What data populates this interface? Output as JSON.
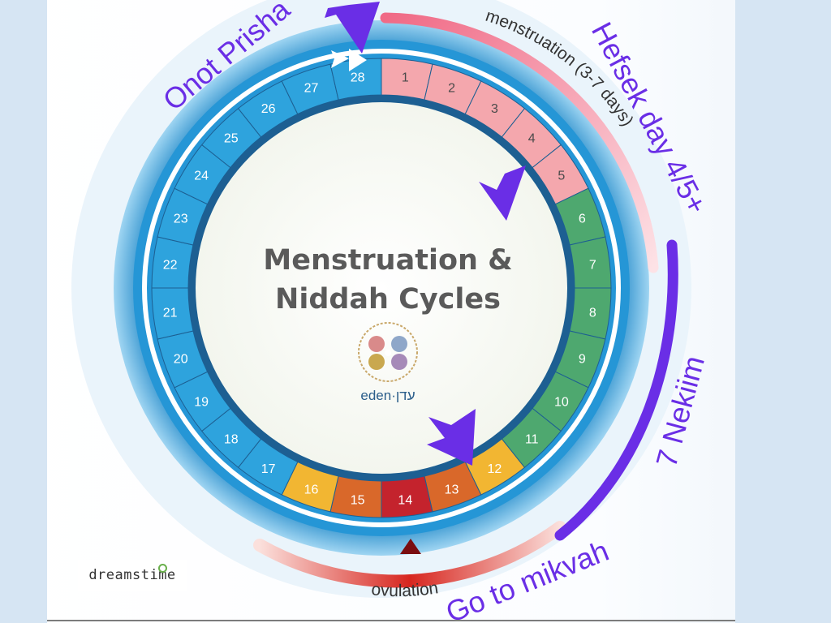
{
  "title": {
    "line1": "Menstruation &",
    "line2": "Niddah Cycles"
  },
  "days": [
    {
      "n": "1",
      "phase": "menstruation"
    },
    {
      "n": "2",
      "phase": "menstruation"
    },
    {
      "n": "3",
      "phase": "menstruation"
    },
    {
      "n": "4",
      "phase": "menstruation"
    },
    {
      "n": "5",
      "phase": "menstruation"
    },
    {
      "n": "6",
      "phase": "green"
    },
    {
      "n": "7",
      "phase": "green"
    },
    {
      "n": "8",
      "phase": "green"
    },
    {
      "n": "9",
      "phase": "green"
    },
    {
      "n": "10",
      "phase": "green"
    },
    {
      "n": "11",
      "phase": "green"
    },
    {
      "n": "12",
      "phase": "fertile-edge"
    },
    {
      "n": "13",
      "phase": "fertile-mid"
    },
    {
      "n": "14",
      "phase": "ovulation"
    },
    {
      "n": "15",
      "phase": "fertile-mid"
    },
    {
      "n": "16",
      "phase": "fertile-edge"
    },
    {
      "n": "17",
      "phase": "blue"
    },
    {
      "n": "18",
      "phase": "blue"
    },
    {
      "n": "19",
      "phase": "blue"
    },
    {
      "n": "20",
      "phase": "blue"
    },
    {
      "n": "21",
      "phase": "blue"
    },
    {
      "n": "22",
      "phase": "blue"
    },
    {
      "n": "23",
      "phase": "blue"
    },
    {
      "n": "24",
      "phase": "blue"
    },
    {
      "n": "25",
      "phase": "blue"
    },
    {
      "n": "26",
      "phase": "blue"
    },
    {
      "n": "27",
      "phase": "blue"
    },
    {
      "n": "28",
      "phase": "blue"
    }
  ],
  "phase_colors": {
    "menstruation": "#f4a7ad",
    "green": "#4ea86f",
    "fertile-edge": "#f2b632",
    "fertile-mid": "#d9682a",
    "ovulation": "#c4232d",
    "blue": "#2ea3dd"
  },
  "cycle_labels": {
    "menstruation": "menstruation (3-7 days)",
    "ovulation": "ovulation"
  },
  "annotations": {
    "onot_prisha": "Onot Prisha",
    "hefsek": "Hefsek day 4/5+",
    "nekiim": "7 Nekiim",
    "mikvah": "Go to mikvah"
  },
  "logo": {
    "name": "eden·עדן"
  },
  "watermark": "dreamstime",
  "colors": {
    "accent_purple": "#6a2ee6",
    "title_gray": "#5a5a5a"
  }
}
